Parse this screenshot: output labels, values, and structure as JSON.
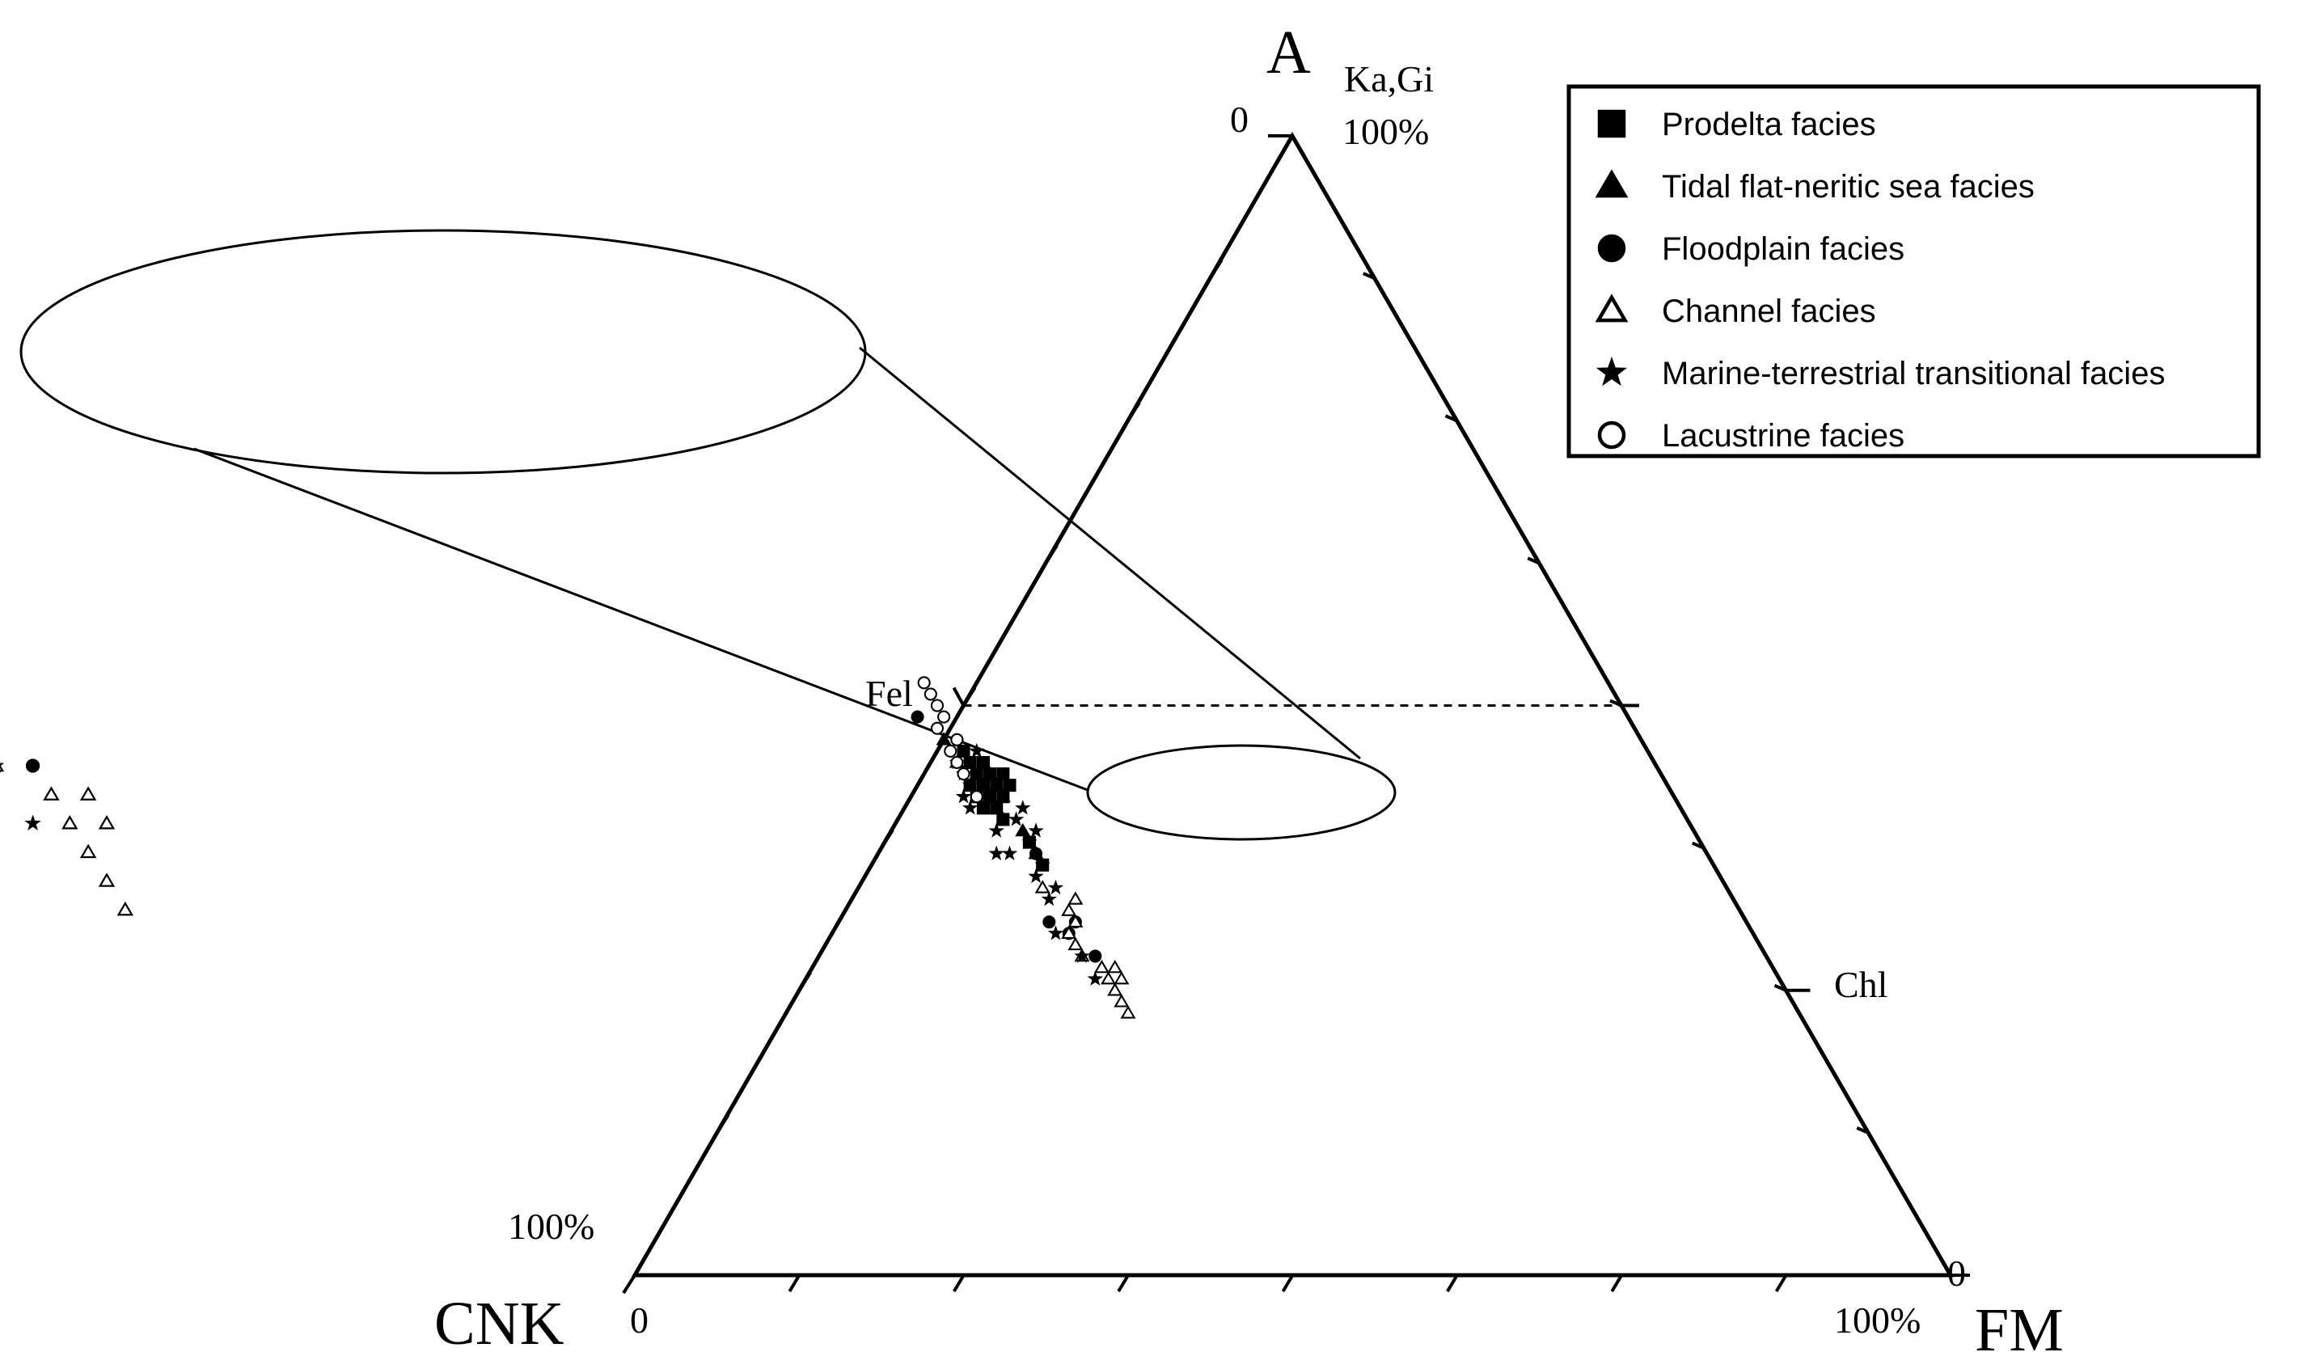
{
  "chart_data": {
    "type": "scatter",
    "title": "",
    "diagram": "ternary",
    "vertices": {
      "top": "A",
      "left": "CNK",
      "right": "FM"
    },
    "corner_labels": {
      "top_zero": "0",
      "top_hundred": "100%",
      "top_mineral": "Ka,Gi",
      "left_zero": "0",
      "left_hundred": "100%",
      "right_zero": "0",
      "right_hundred": "100%"
    },
    "reference_labels": {
      "feldspar": "Fel",
      "chlorite": "Chl"
    },
    "feldspar_line_A": 0.5,
    "chlorite_A": 0.25,
    "legend": [
      {
        "label": "Prodelta  facies",
        "marker": "square-filled"
      },
      {
        "label": "Tidal flat-neritic sea  facies",
        "marker": "triangle-filled"
      },
      {
        "label": "Floodplain facies",
        "marker": "circle-filled"
      },
      {
        "label": "Channel facies",
        "marker": "triangle-open"
      },
      {
        "label": "Marine-terrestrial transitional facies",
        "marker": "star-filled"
      },
      {
        "label": "Lacustrine facies",
        "marker": "circle-open"
      }
    ],
    "series": [
      {
        "name": "Prodelta  facies",
        "marker": "square-filled",
        "points": [
          [
            0.41,
            0.52,
            0.07
          ],
          [
            0.42,
            0.52,
            0.06
          ],
          [
            0.43,
            0.51,
            0.06
          ],
          [
            0.43,
            0.52,
            0.05
          ],
          [
            0.44,
            0.51,
            0.05
          ],
          [
            0.44,
            0.52,
            0.04
          ],
          [
            0.45,
            0.51,
            0.04
          ],
          [
            0.42,
            0.51,
            0.07
          ],
          [
            0.43,
            0.53,
            0.04
          ],
          [
            0.41,
            0.53,
            0.06
          ],
          [
            0.45,
            0.52,
            0.03
          ],
          [
            0.44,
            0.5,
            0.06
          ],
          [
            0.4,
            0.52,
            0.08
          ],
          [
            0.42,
            0.53,
            0.05
          ],
          [
            0.43,
            0.5,
            0.07
          ],
          [
            0.46,
            0.52,
            0.02
          ],
          [
            0.38,
            0.51,
            0.11
          ],
          [
            0.36,
            0.51,
            0.13
          ]
        ]
      },
      {
        "name": "Tidal flat-neritic sea  facies",
        "marker": "triangle-filled",
        "points": [
          [
            0.42,
            0.51,
            0.07
          ],
          [
            0.43,
            0.51,
            0.06
          ],
          [
            0.44,
            0.51,
            0.05
          ],
          [
            0.41,
            0.52,
            0.07
          ],
          [
            0.45,
            0.53,
            0.02
          ],
          [
            0.39,
            0.51,
            0.1
          ],
          [
            0.37,
            0.51,
            0.12
          ],
          [
            0.47,
            0.53,
            0.0
          ]
        ]
      },
      {
        "name": "Floodplain facies",
        "marker": "circle-filled",
        "points": [
          [
            0.49,
            0.54,
            -0.03
          ],
          [
            0.37,
            0.51,
            0.12
          ],
          [
            0.31,
            0.53,
            0.16
          ],
          [
            0.31,
            0.51,
            0.18
          ],
          [
            0.3,
            0.52,
            0.18
          ],
          [
            0.28,
            0.51,
            0.21
          ],
          [
            0.47,
            0.52,
            0.01
          ]
        ]
      },
      {
        "name": "Channel facies",
        "marker": "triangle-open",
        "points": [
          [
            0.23,
            0.51,
            0.26
          ],
          [
            0.24,
            0.51,
            0.25
          ],
          [
            0.25,
            0.51,
            0.24
          ],
          [
            0.26,
            0.5,
            0.24
          ],
          [
            0.27,
            0.51,
            0.22
          ],
          [
            0.28,
            0.52,
            0.2
          ],
          [
            0.29,
            0.52,
            0.19
          ],
          [
            0.31,
            0.51,
            0.18
          ],
          [
            0.32,
            0.51,
            0.17
          ],
          [
            0.33,
            0.5,
            0.17
          ],
          [
            0.34,
            0.52,
            0.14
          ],
          [
            0.26,
            0.51,
            0.23
          ],
          [
            0.27,
            0.5,
            0.23
          ],
          [
            0.3,
            0.52,
            0.18
          ]
        ]
      },
      {
        "name": "Marine-terrestrial transitional facies",
        "marker": "star-filled",
        "points": [
          [
            0.37,
            0.54,
            0.09
          ],
          [
            0.39,
            0.53,
            0.08
          ],
          [
            0.41,
            0.54,
            0.05
          ],
          [
            0.43,
            0.53,
            0.04
          ],
          [
            0.45,
            0.53,
            0.02
          ],
          [
            0.35,
            0.52,
            0.13
          ],
          [
            0.33,
            0.52,
            0.15
          ],
          [
            0.36,
            0.51,
            0.13
          ],
          [
            0.38,
            0.51,
            0.11
          ],
          [
            0.4,
            0.51,
            0.09
          ],
          [
            0.46,
            0.51,
            0.03
          ],
          [
            0.3,
            0.53,
            0.17
          ],
          [
            0.28,
            0.52,
            0.2
          ],
          [
            0.26,
            0.52,
            0.22
          ],
          [
            0.34,
            0.51,
            0.15
          ],
          [
            0.42,
            0.54,
            0.04
          ],
          [
            0.44,
            0.53,
            0.03
          ],
          [
            0.39,
            0.5,
            0.11
          ],
          [
            0.41,
            0.5,
            0.09
          ],
          [
            0.37,
            0.53,
            0.1
          ]
        ]
      },
      {
        "name": "Lacustrine facies",
        "marker": "circle-open",
        "points": [
          [
            0.48,
            0.53,
            -0.01
          ],
          [
            0.49,
            0.52,
            -0.01
          ],
          [
            0.5,
            0.52,
            -0.02
          ],
          [
            0.51,
            0.52,
            -0.03
          ],
          [
            0.47,
            0.52,
            0.01
          ],
          [
            0.46,
            0.53,
            0.01
          ],
          [
            0.45,
            0.53,
            0.02
          ],
          [
            0.44,
            0.53,
            0.03
          ],
          [
            0.42,
            0.53,
            0.05
          ],
          [
            0.52,
            0.52,
            -0.04
          ]
        ]
      }
    ]
  },
  "zoom": {
    "note_shown": false
  }
}
